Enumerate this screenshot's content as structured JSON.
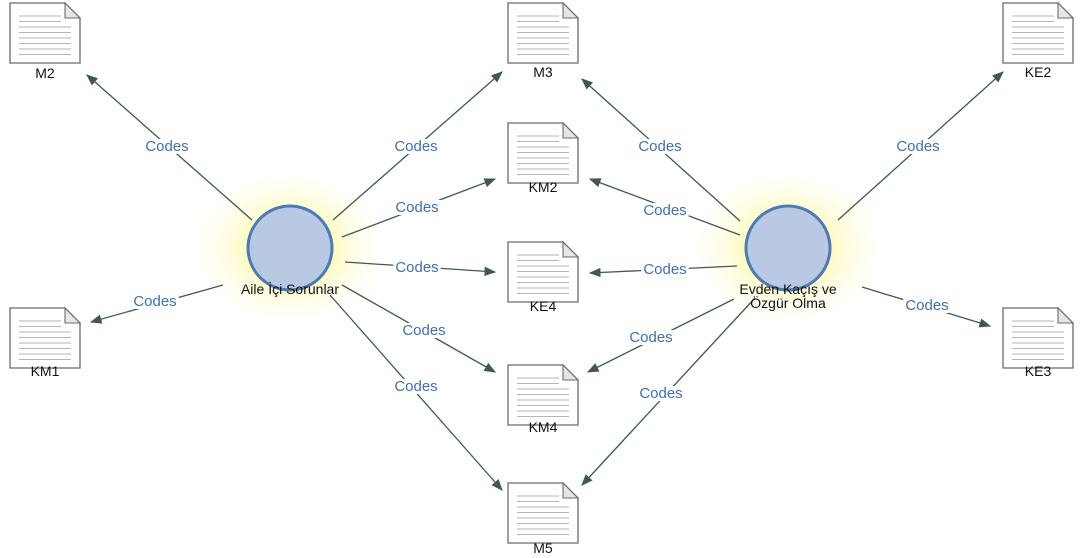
{
  "edge_label": "Codes",
  "documents": [
    {
      "id": "M2",
      "label": "M2"
    },
    {
      "id": "M3",
      "label": "M3"
    },
    {
      "id": "KE2",
      "label": "KE2"
    },
    {
      "id": "KM2",
      "label": "KM2"
    },
    {
      "id": "KE4",
      "label": "KE4"
    },
    {
      "id": "KM1",
      "label": "KM1"
    },
    {
      "id": "KE3",
      "label": "KE3"
    },
    {
      "id": "KM4",
      "label": "KM4"
    },
    {
      "id": "M5",
      "label": "M5"
    }
  ],
  "codes": [
    {
      "id": "aile",
      "label_lines": [
        "Aile İçi Sorunlar"
      ]
    },
    {
      "id": "evden",
      "label_lines": [
        "Evden Kaçış ve",
        "Özgür Olma"
      ]
    }
  ],
  "edges": [
    {
      "from": "aile",
      "to": "M2"
    },
    {
      "from": "aile",
      "to": "M3"
    },
    {
      "from": "aile",
      "to": "KM2"
    },
    {
      "from": "aile",
      "to": "KE4"
    },
    {
      "from": "aile",
      "to": "KM1"
    },
    {
      "from": "aile",
      "to": "KM4"
    },
    {
      "from": "aile",
      "to": "M5"
    },
    {
      "from": "evden",
      "to": "M3"
    },
    {
      "from": "evden",
      "to": "KE2"
    },
    {
      "from": "evden",
      "to": "KM2"
    },
    {
      "from": "evden",
      "to": "KE4"
    },
    {
      "from": "evden",
      "to": "KE3"
    },
    {
      "from": "evden",
      "to": "KM4"
    },
    {
      "from": "evden",
      "to": "M5"
    }
  ],
  "colors": {
    "edge": "#3e5a4c",
    "edge_label": "#3f6fb8",
    "code_fill": "#b9c9e4",
    "code_stroke": "#4b7ab4",
    "glow": "#fff35a"
  }
}
